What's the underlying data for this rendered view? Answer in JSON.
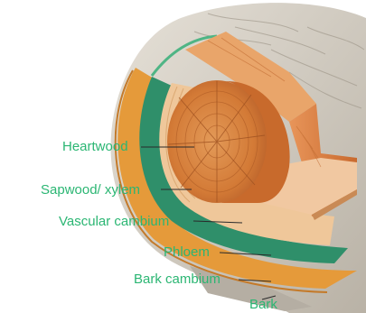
{
  "diagram": {
    "labels": {
      "heartwood": "Heartwood",
      "sapwood": "Sapwood/ xylem",
      "vascular_cambium": "Vascular cambium",
      "phloem": "Phloem",
      "bark_cambium": "Bark cambium",
      "bark": "Bark"
    }
  },
  "colors": {
    "label_text": "#2bb673",
    "leader_line": "#2a2a2a",
    "heartwood": "#d9823d",
    "sapwood": "#efc79a",
    "vascular_cambium": "#2f8f6a",
    "phloem": "#e59a3a",
    "bark": "#c9c3ba"
  }
}
